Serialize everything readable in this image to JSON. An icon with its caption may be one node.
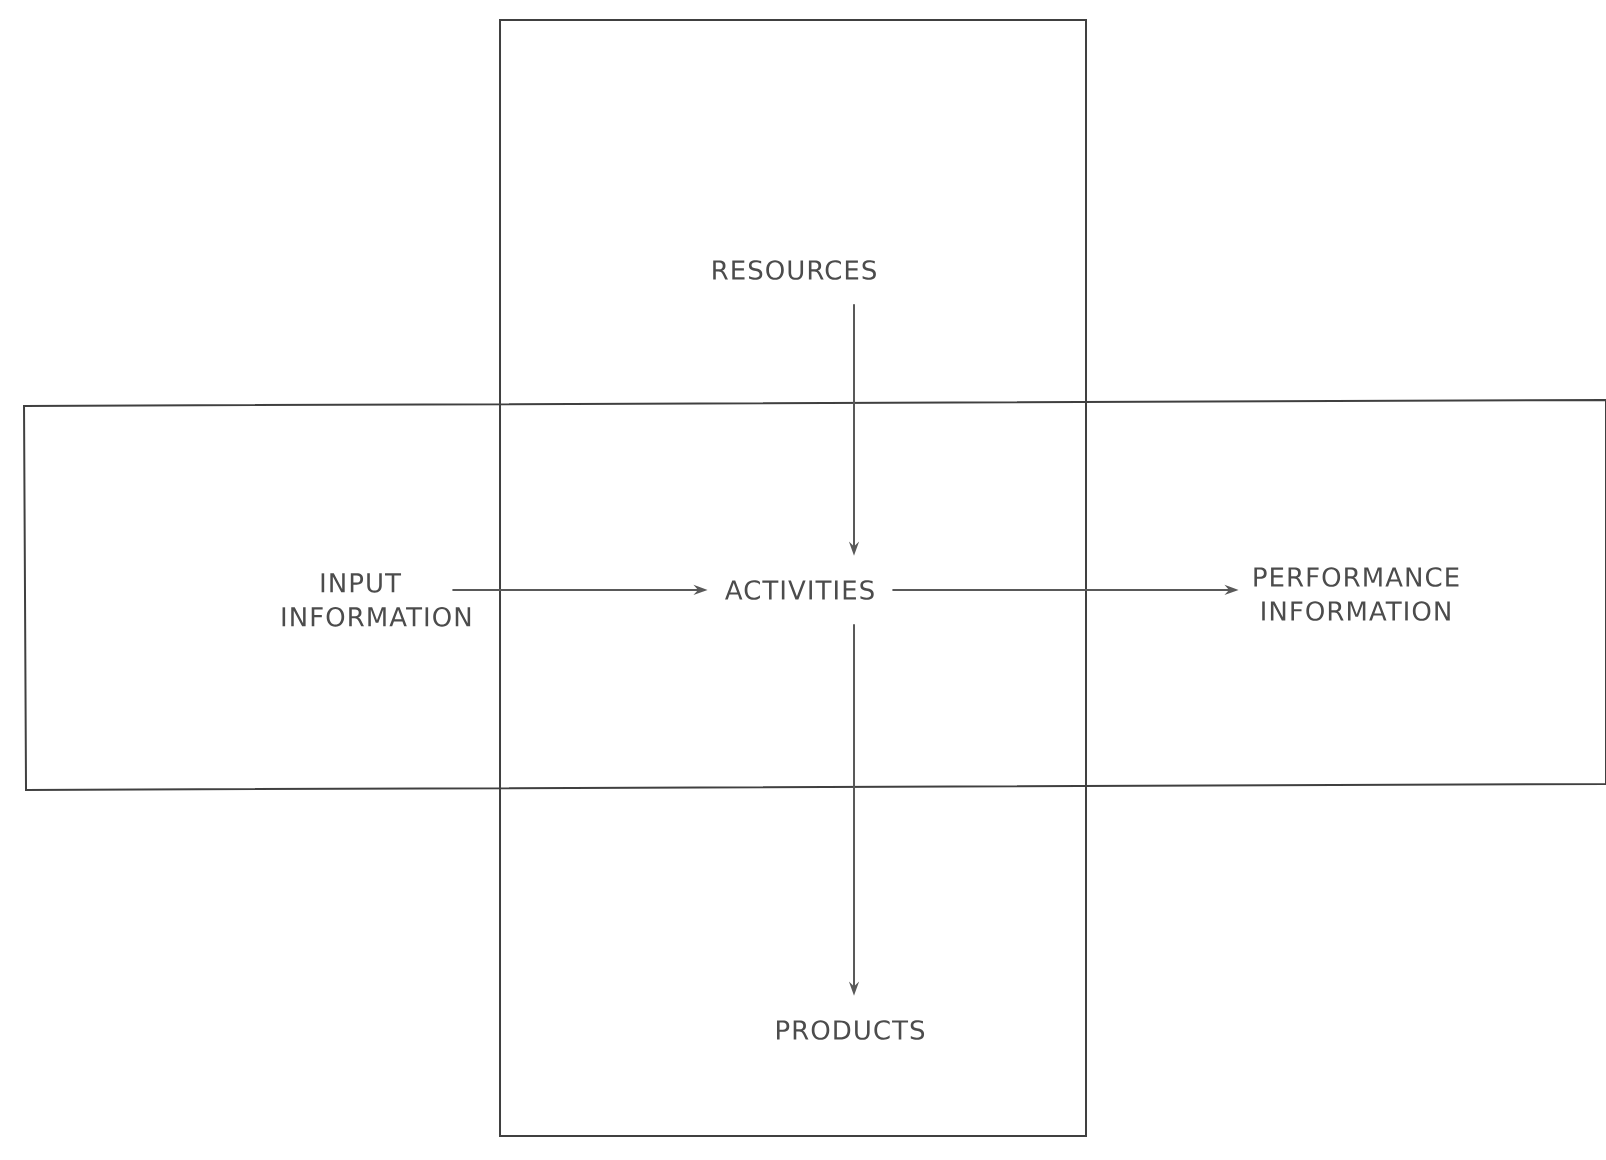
{
  "diagram": {
    "nodes": [
      {
        "text": [
          "RESOURCES"
        ]
      },
      {
        "text": [
          "INPUT INFORMATION"
        ]
      },
      {
        "text": [
          "ACTIVITIES"
        ]
      },
      {
        "text": [
          "PERFORMANCE INFORMATION"
        ]
      },
      {
        "text": [
          "PRODUCTS"
        ]
      }
    ],
    "edges": [
      {
        "from": 0,
        "to": 2,
        "arrow": "to"
      },
      {
        "from": 1,
        "to": 2,
        "arrow": "to"
      },
      {
        "from": 2,
        "to": 3,
        "arrow": "to"
      },
      {
        "from": 2,
        "to": 4,
        "arrow": "to"
      }
    ]
  }
}
